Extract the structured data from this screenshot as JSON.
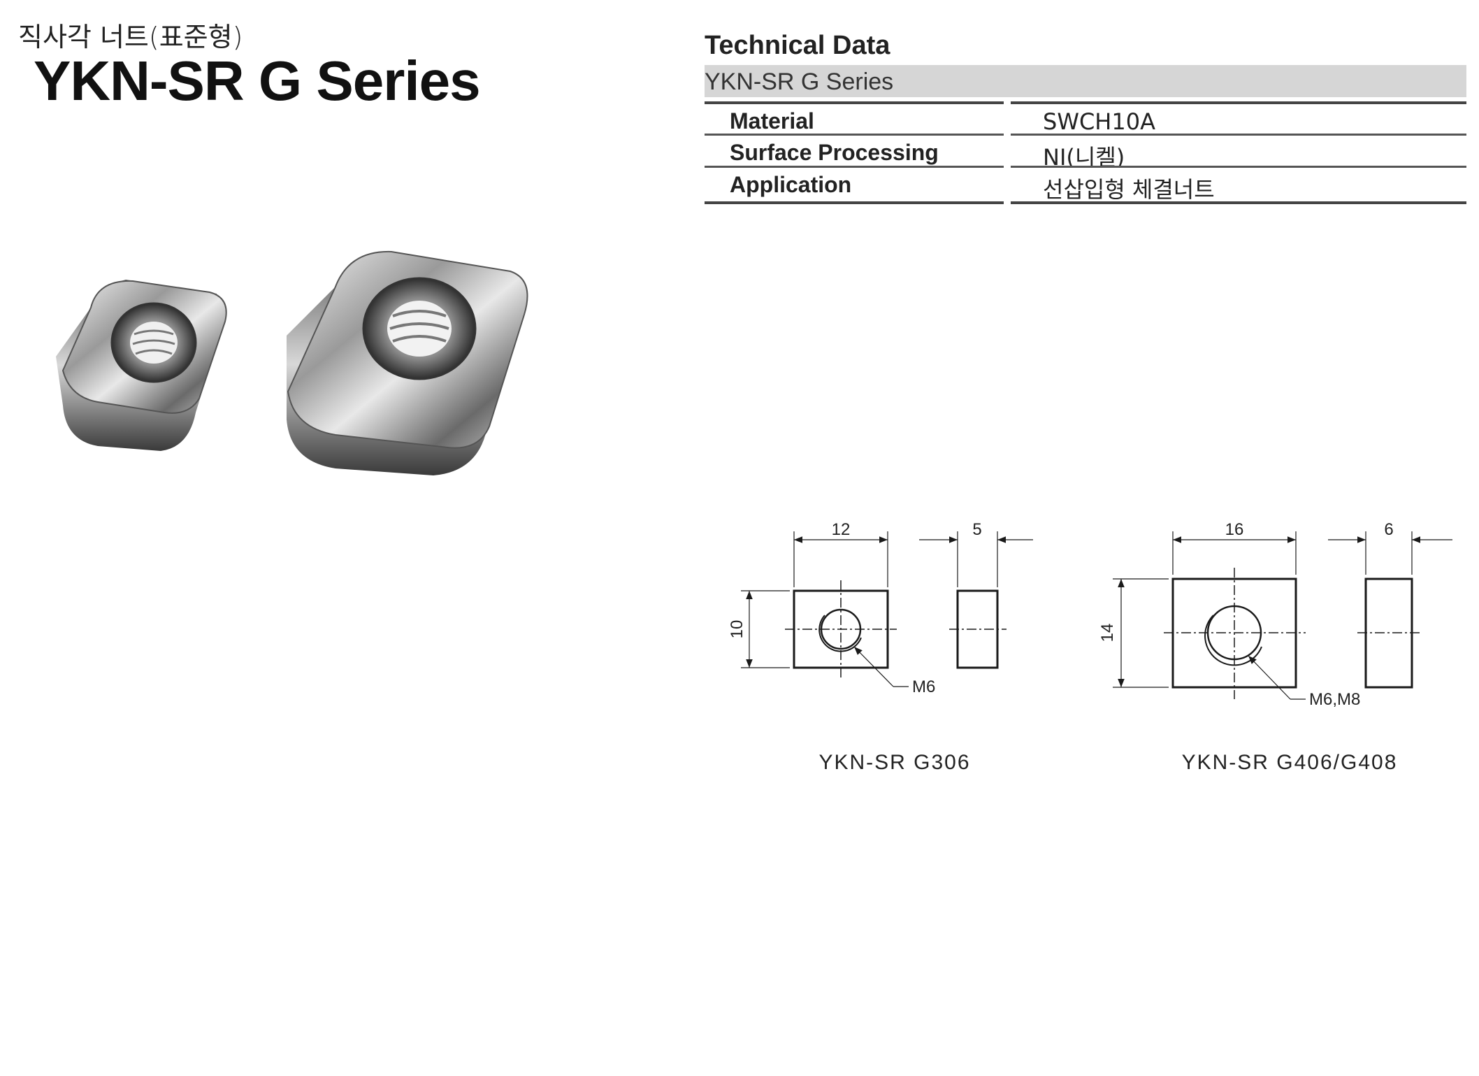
{
  "header": {
    "subtitle_ko": "직사각 너트(표준형)",
    "title": "YKN-SR G Series"
  },
  "tech": {
    "title": "Technical Data",
    "series": "YKN-SR G Series",
    "rows": [
      {
        "label": "Material",
        "value": "SWCH10A"
      },
      {
        "label": "Surface Processing",
        "value": "NI(니켈)"
      },
      {
        "label": "Application",
        "value": "선삽입형 체결너트"
      }
    ]
  },
  "drawings": {
    "g306": {
      "caption": "YKN-SR G306",
      "width": "12",
      "thickness": "5",
      "height": "10",
      "thread": "M6"
    },
    "g406": {
      "caption": "YKN-SR G406/G408",
      "width": "16",
      "thickness": "6",
      "height": "14",
      "thread": "M6,M8"
    }
  },
  "colors": {
    "series_band": "#d6d6d6",
    "rule": "#444444"
  }
}
